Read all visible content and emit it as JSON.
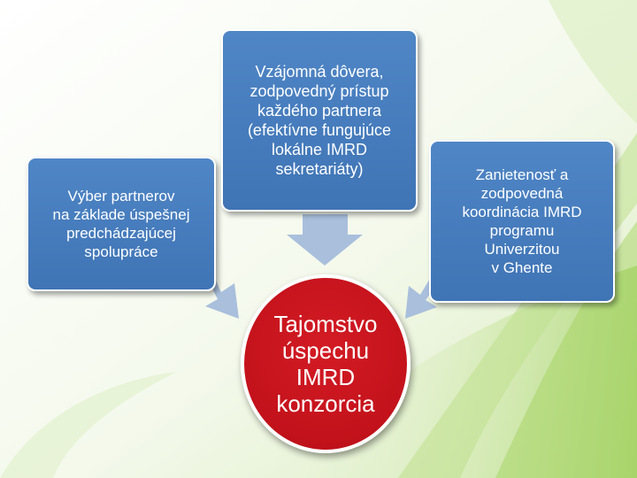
{
  "nodes": {
    "left": "Výber partnerov\nna základe úspešnej\npredchádzajúcej\nspolupráce",
    "top": "Vzájomná dôvera,\nzodpovedný prístup\nkaždého partnera\n(efektívne fungujúce\nlokálne IMRD\nsekretariáty)",
    "right": "Zanietenosť a\nzodpovedná\nkoordinácia IMRD\nprogramu\nUniverzitou\nv Ghente",
    "center": "Tajomstvo\núspechu\nIMRD\nkonzorcia"
  },
  "colors": {
    "box_fill": "#4a80c2",
    "center_fill": "#c8141c",
    "arrow_fill": "#a9bfdc",
    "background_accent": "#8cc63f"
  }
}
